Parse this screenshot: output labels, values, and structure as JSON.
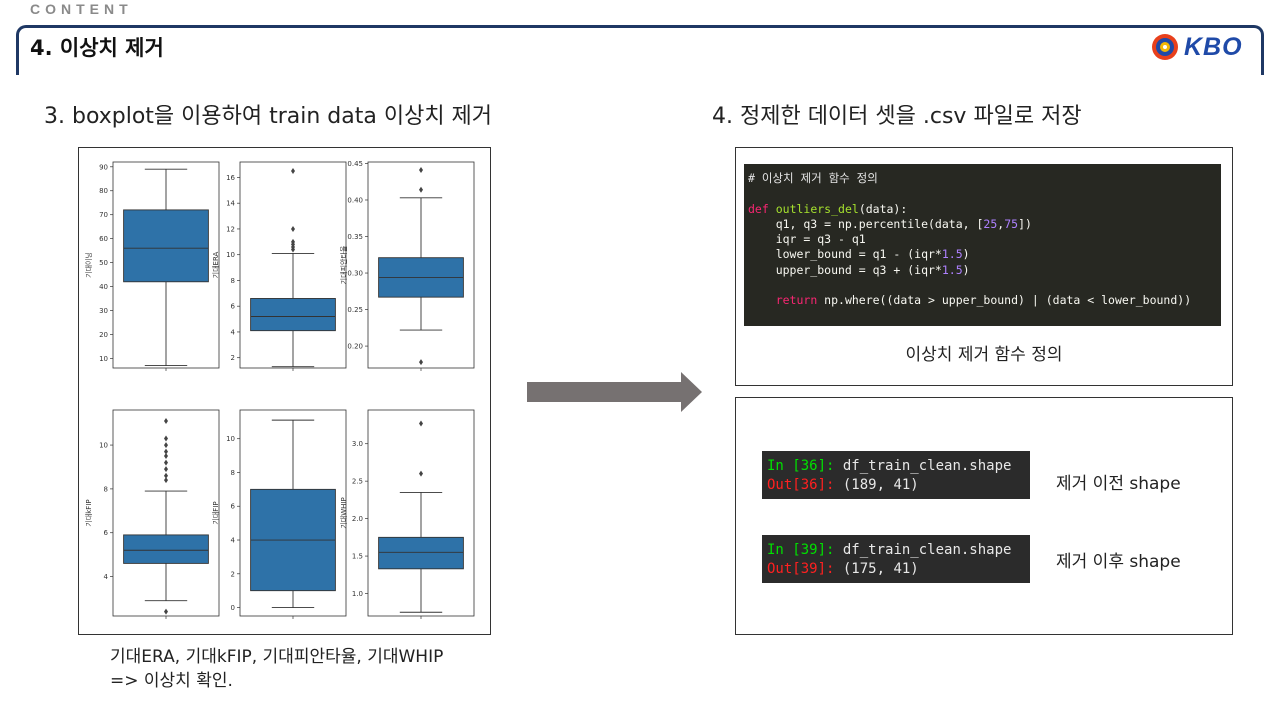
{
  "header": {
    "section_label": "CONTENT",
    "title": "4. 이상치 제거",
    "logo_text": "KBO"
  },
  "left": {
    "heading": "3. boxplot을 이용하여 train data 이상치 제거",
    "caption_line1": "기대ERA, 기대kFIP, 기대피안타율, 기대WHIP",
    "caption_line2": "=> 이상치 확인."
  },
  "right": {
    "heading": "4. 정제한 데이터 셋을 .csv 파일로 저장",
    "code": {
      "comment": "# 이상치 제거 함수 정의",
      "kw_def": "def",
      "fn_name": "outliers_del",
      "sig_rest": "(data):",
      "l2_a": "    q1, q3 = np.percentile(data, [",
      "l2_n1": "25",
      "l2_sep": ",",
      "l2_n2": "75",
      "l2_b": "])",
      "l3": "    iqr = q3 - q1",
      "l4_a": "    lower_bound = q1 - (iqr*",
      "l4_n": "1.5",
      "l4_b": ")",
      "l5_a": "    upper_bound = q3 + (iqr*",
      "l5_n": "1.5",
      "l5_b": ")",
      "kw_return": "return",
      "l6": " np.where((data > upper_bound) | (data < lower_bound))"
    },
    "func_caption": "이상치 제거 함수 정의",
    "term1": {
      "in_prompt": "In [36]:",
      "in_code": " df_train_clean.shape",
      "out_prompt": "Out[36]:",
      "out_value": " (189, 41)"
    },
    "term2": {
      "in_prompt": "In [39]:",
      "in_code": " df_train_clean.shape",
      "out_prompt": "Out[39]:",
      "out_value": " (175, 41)"
    },
    "label_before": "제거 이전 shape",
    "label_after": "제거 이후 shape"
  },
  "colors": {
    "box_fill": "#2e72a8",
    "arrow": "#767171",
    "header_line": "#1f3864",
    "code_bg": "#272822"
  },
  "chart_data": [
    {
      "type": "boxplot",
      "ylabel": "기대이닝",
      "ylim": [
        6,
        92
      ],
      "ticks": [
        10,
        20,
        30,
        40,
        50,
        60,
        70,
        80,
        90
      ],
      "whisker_low": 7,
      "q1": 42,
      "median": 56,
      "q3": 72,
      "whisker_high": 89,
      "outliers": []
    },
    {
      "type": "boxplot",
      "ylabel": "기대ERA",
      "ylim": [
        1.2,
        17.2
      ],
      "ticks": [
        2,
        4,
        6,
        8,
        10,
        12,
        14,
        16
      ],
      "whisker_low": 1.3,
      "q1": 4.1,
      "median": 5.2,
      "q3": 6.6,
      "whisker_high": 10.1,
      "outliers": [
        10.4,
        10.6,
        10.8,
        11.0,
        12.0,
        16.5
      ]
    },
    {
      "type": "boxplot",
      "ylabel": "기대피안타율",
      "ylim": [
        0.17,
        0.452
      ],
      "ticks": [
        0.2,
        0.25,
        0.3,
        0.35,
        0.4,
        0.45
      ],
      "whisker_low": 0.222,
      "q1": 0.267,
      "median": 0.294,
      "q3": 0.321,
      "whisker_high": 0.403,
      "outliers": [
        0.178,
        0.414,
        0.441
      ]
    },
    {
      "type": "boxplot",
      "ylabel": "기대kFIP",
      "ylim": [
        2.2,
        11.6
      ],
      "ticks": [
        4,
        6,
        8,
        10
      ],
      "whisker_low": 2.9,
      "q1": 4.6,
      "median": 5.2,
      "q3": 5.9,
      "whisker_high": 7.9,
      "outliers": [
        2.4,
        8.4,
        8.6,
        8.9,
        9.2,
        9.5,
        9.7,
        10.0,
        10.3,
        11.1
      ]
    },
    {
      "type": "boxplot",
      "ylabel": "기대FIP",
      "ylim": [
        -0.5,
        11.7
      ],
      "ticks": [
        0,
        2,
        4,
        6,
        8,
        10
      ],
      "whisker_low": 0.0,
      "q1": 1.0,
      "median": 4.0,
      "q3": 7.0,
      "whisker_high": 11.1,
      "outliers": []
    },
    {
      "type": "boxplot",
      "ylabel": "기대WHIP",
      "ylim": [
        0.7,
        3.45
      ],
      "ticks": [
        1.0,
        1.5,
        2.0,
        2.5,
        3.0
      ],
      "whisker_low": 0.75,
      "q1": 1.33,
      "median": 1.55,
      "q3": 1.75,
      "whisker_high": 2.35,
      "outliers": [
        2.6,
        3.27
      ]
    }
  ]
}
